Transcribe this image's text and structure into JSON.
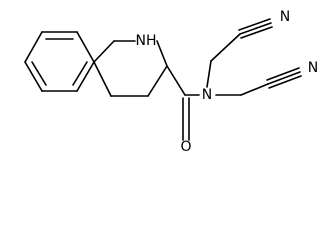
{
  "structure": {
    "labels": {
      "nh": "NH",
      "amide_n": "N",
      "carbonyl_o": "O",
      "nitrile_n_upper": "N",
      "nitrile_n_lower": "N"
    }
  }
}
